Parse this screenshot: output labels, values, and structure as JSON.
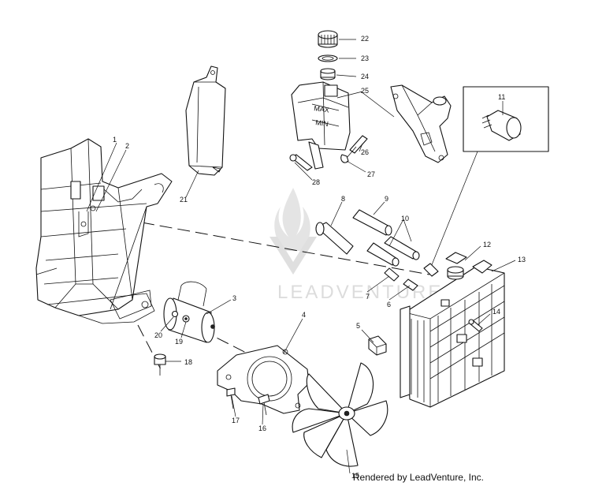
{
  "watermark": {
    "text": "LEADVENTURE"
  },
  "credit": "Rendered by LeadVenture, Inc.",
  "callouts": {
    "c1": "1",
    "c2": "2",
    "c3": "3",
    "c4": "4",
    "c5": "5",
    "c6": "6",
    "c7": "7",
    "c8": "8",
    "c9": "9",
    "c10": "10",
    "c11": "11",
    "c12": "12",
    "c13": "13",
    "c14": "14",
    "c15": "15",
    "c16": "16",
    "c17": "17",
    "c18": "18",
    "c19": "19",
    "c20": "20",
    "c21": "21",
    "c22": "22",
    "c23": "23",
    "c24": "24",
    "c25": "25",
    "c26": "26",
    "c27": "27",
    "c28": "28"
  },
  "reservoir_marks": {
    "max": "MAX",
    "min": "MIN"
  }
}
